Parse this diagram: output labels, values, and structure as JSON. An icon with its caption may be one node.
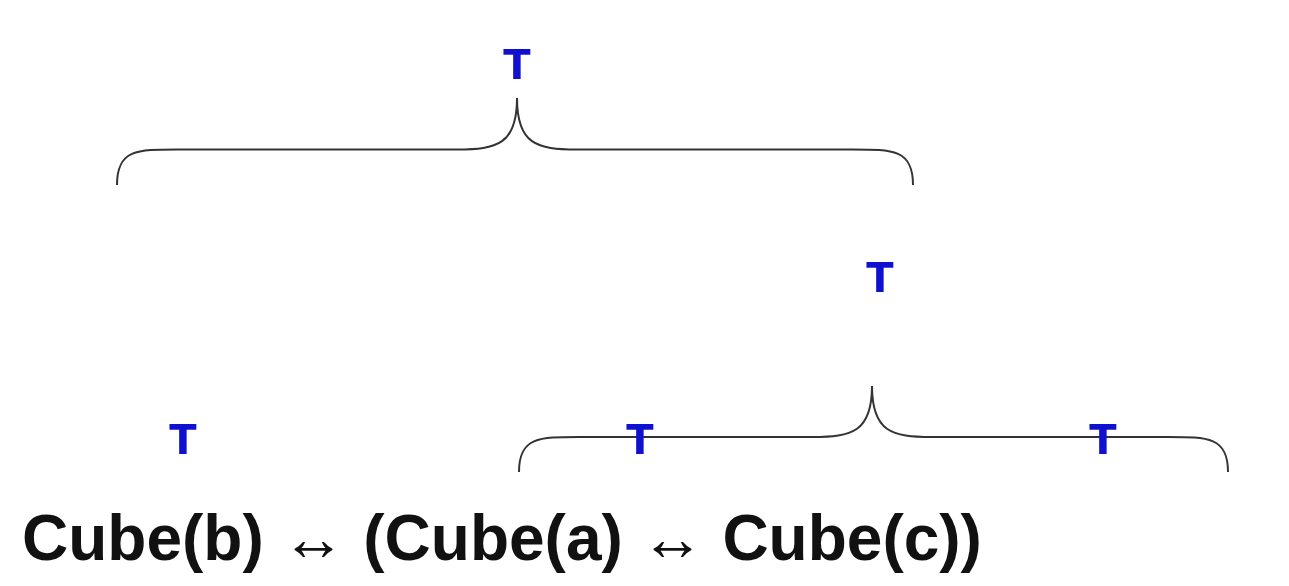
{
  "diagram": {
    "labels": [
      "T",
      "T",
      "T",
      "T",
      "T",
      "Cube(b) ↔ (Cube(a) ↔ Cube(c))"
    ]
  }
}
